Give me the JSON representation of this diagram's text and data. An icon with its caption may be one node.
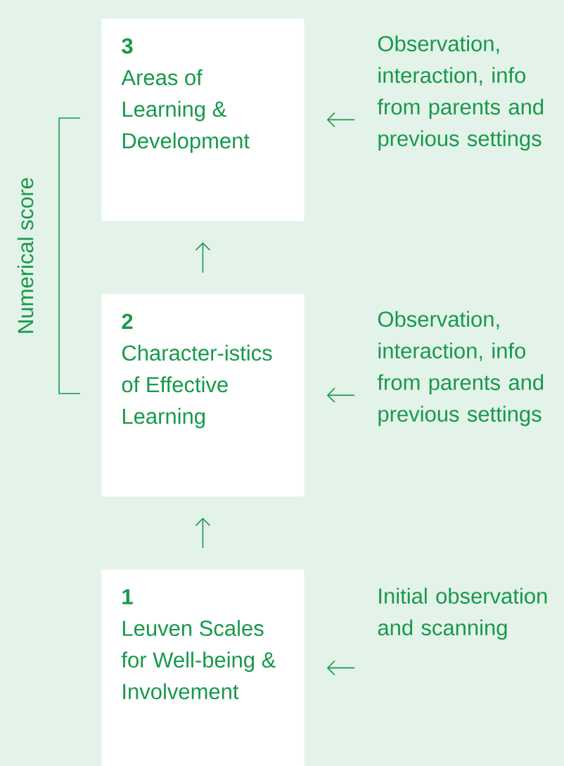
{
  "diagram": {
    "nodes": [
      {
        "text": [
          "3",
          "Areas of Learning & Development"
        ]
      },
      {
        "text": [
          "Observation, interaction, info from parents and previous settings"
        ]
      },
      {
        "text": [
          "2",
          "Character-istics of Effective Learning"
        ]
      },
      {
        "text": [
          "Observation, interaction, info from parents and previous settings"
        ]
      },
      {
        "text": [
          "1",
          "Leuven Scales for Well-being & Involvement"
        ]
      },
      {
        "text": [
          "Initial observation and scanning"
        ]
      }
    ],
    "edges": [
      {
        "from": 1,
        "to": 0,
        "arrow": "to"
      },
      {
        "from": 2,
        "to": 0,
        "arrow": "to"
      },
      {
        "from": 3,
        "to": 2,
        "arrow": "to"
      },
      {
        "from": 4,
        "to": 2,
        "arrow": "to"
      },
      {
        "from": 5,
        "to": 4,
        "arrow": "to"
      }
    ],
    "labels": [
      "Numerical score"
    ]
  }
}
